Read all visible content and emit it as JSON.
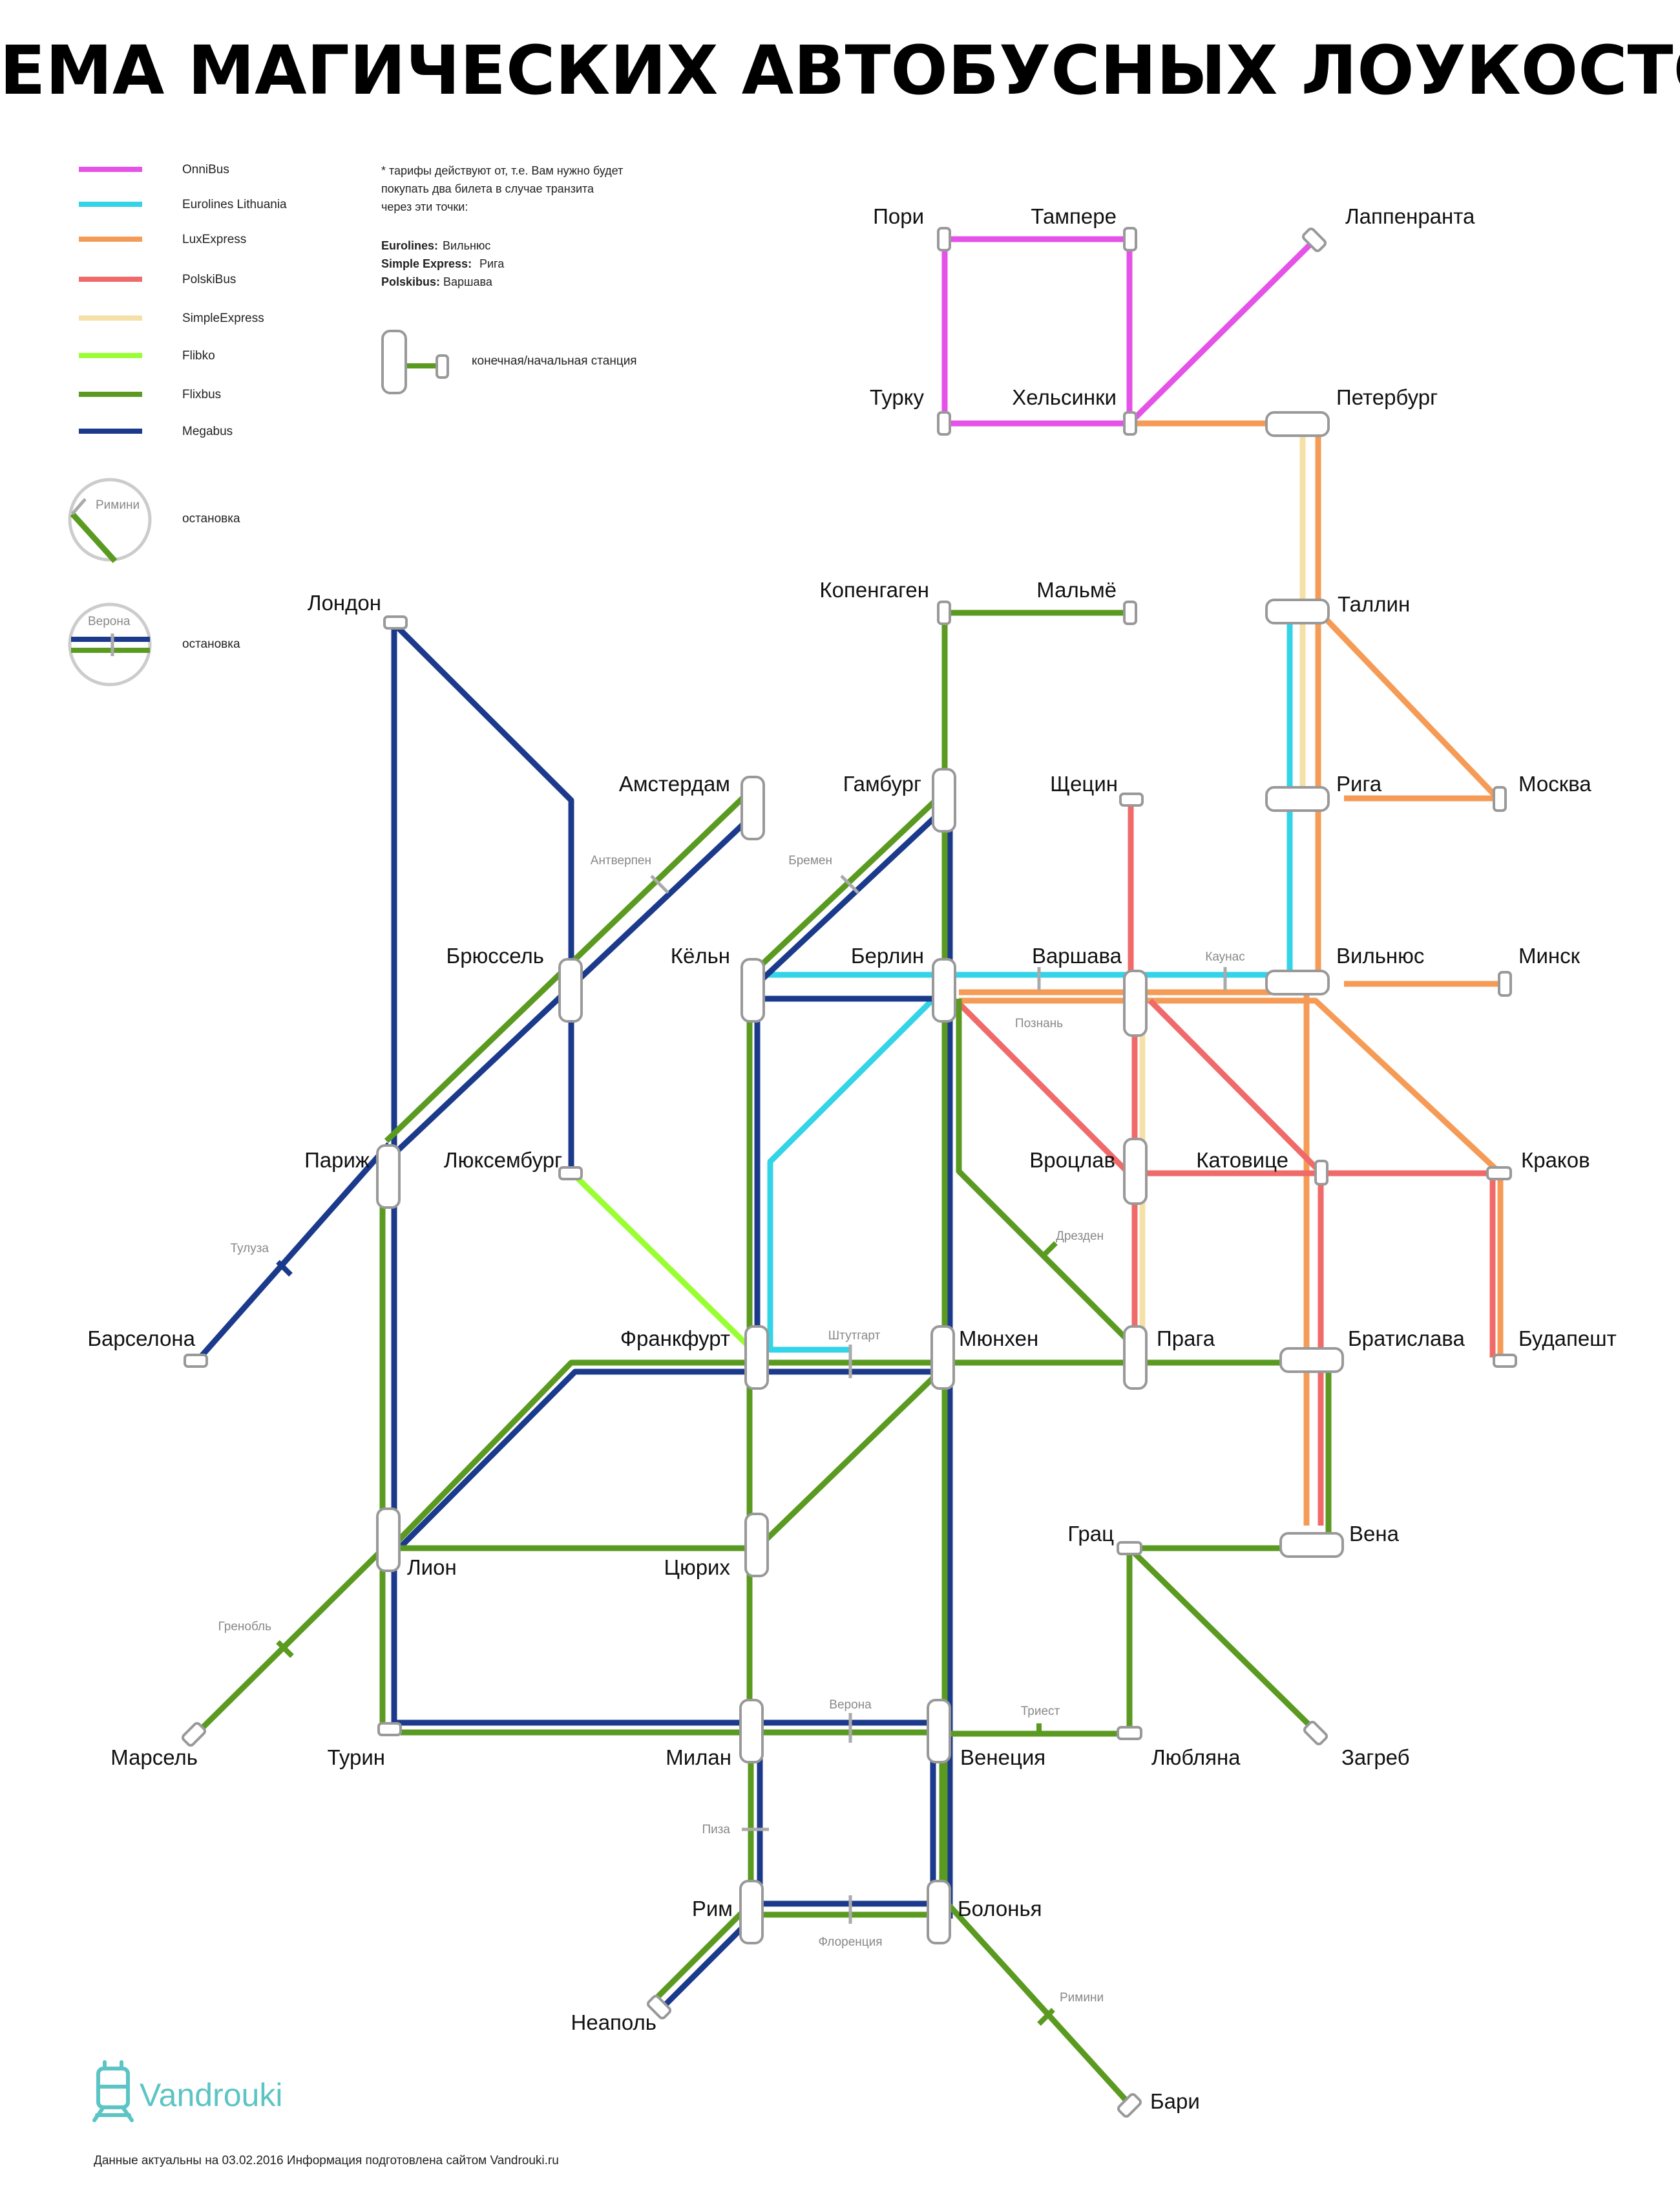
{
  "title": "СХЕМА МАГИЧЕСКИХ АВТОБУСНЫХ ЛОУКОСТОВ",
  "colors": {
    "OnniBus": "#e552e8",
    "Eurolines Lithuania": "#33d3e8",
    "LuxExpress": "#f59b56",
    "PolskiBus": "#f06a6a",
    "SimpleExpress": "#f5e0a8",
    "Flibko": "#99ff33",
    "Flixbus": "#5a9a20",
    "Megabus": "#1c3a8c",
    "terminal_stroke": "#999999",
    "brand": "#5cc4c4"
  },
  "legend": [
    {
      "name": "OnniBus",
      "color": "#e552e8"
    },
    {
      "name": "Eurolines Lithuania",
      "color": "#33d3e8"
    },
    {
      "name": "LuxExpress",
      "color": "#f59b56"
    },
    {
      "name": "PolskiBus",
      "color": "#f06a6a"
    },
    {
      "name": "SimpleExpress",
      "color": "#f5e0a8"
    },
    {
      "name": "Flibko",
      "color": "#99ff33"
    },
    {
      "name": "Flixbus",
      "color": "#5a9a20"
    },
    {
      "name": "Megabus",
      "color": "#1c3a8c"
    }
  ],
  "note": {
    "line1": "* тарифы действуют от, т.е. Вам нужно будет",
    "line2": "покупать два билета в случае транзита",
    "line3": "через эти точки:",
    "rows": [
      {
        "carrier": "Eurolines:",
        "point": "Вильнюс"
      },
      {
        "carrier": "Simple Express:",
        "point": "Рига"
      },
      {
        "carrier": "Polskibus:",
        "point": "Варшава"
      }
    ]
  },
  "legend_symbols": {
    "terminal": "конечная/начальная станция",
    "stop1_name": "Римини",
    "stop1_label": "остановка",
    "stop2_name": "Верона",
    "stop2_label": "остановка"
  },
  "stations": {
    "pori": "Пори",
    "tampere": "Тампере",
    "lappeenranta": "Лаппенранта",
    "turku": "Турку",
    "helsinki": "Хельсинки",
    "petersburg": "Петербург",
    "copenhagen": "Копенгаген",
    "malmo": "Мальмё",
    "tallinn": "Таллин",
    "london": "Лондон",
    "amsterdam": "Амстердам",
    "hamburg": "Гамбург",
    "szczecin": "Щецин",
    "riga": "Рига",
    "moscow": "Москва",
    "brussels": "Брюссель",
    "cologne": "Кёльн",
    "berlin": "Берлин",
    "warsaw": "Варшава",
    "vilnius": "Вильнюс",
    "minsk": "Минск",
    "paris": "Париж",
    "luxembourg": "Люксембург",
    "wroclaw": "Вроцлав",
    "katowice": "Катовице",
    "krakow": "Краков",
    "barcelona": "Барселона",
    "frankfurt": "Франкфурт",
    "munich": "Мюнхен",
    "prague": "Прага",
    "bratislava": "Братислава",
    "budapest": "Будапешт",
    "lyon": "Лион",
    "zurich": "Цюрих",
    "graz": "Грац",
    "vienna": "Вена",
    "marseille": "Марсель",
    "turin": "Турин",
    "milan": "Милан",
    "venice": "Венеция",
    "ljubljana": "Любляна",
    "zagreb": "Загреб",
    "rome": "Рим",
    "bologna": "Болонья",
    "naples": "Неаполь",
    "bari": "Бари"
  },
  "stops": {
    "antwerp": "Антверпен",
    "bremen": "Бремен",
    "kaunas": "Каунас",
    "poznan": "Познань",
    "toulouse": "Тулуза",
    "dresden": "Дрезден",
    "stuttgart": "Штутгарт",
    "grenoble": "Гренобль",
    "verona": "Верона",
    "trieste": "Триест",
    "pisa": "Пиза",
    "florence": "Флоренция",
    "rimini": "Римини"
  },
  "brand": "Vandrouki",
  "footer": "Данные актуальны на 03.02.2016 Информация подготовлена сайтом Vandrouki.ru"
}
